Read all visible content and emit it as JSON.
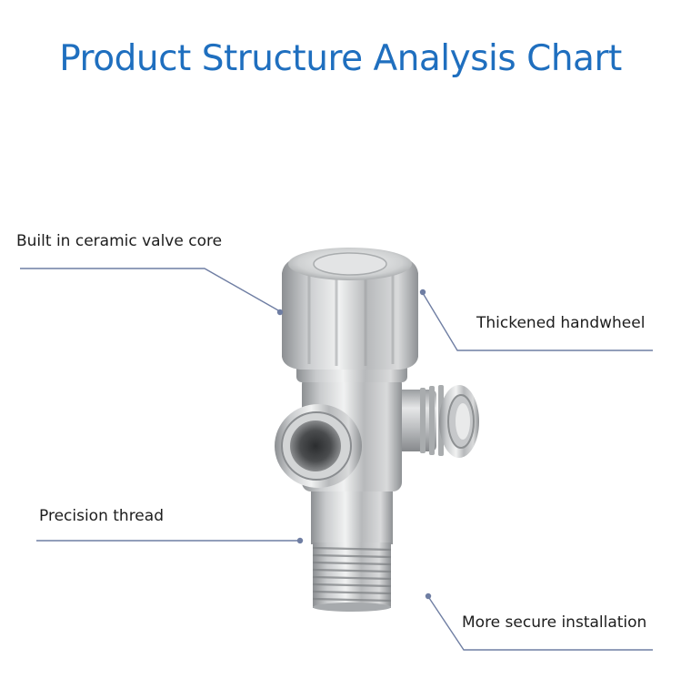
{
  "title": "Product Structure Analysis Chart",
  "callouts": {
    "ceramic_core": "Built in ceramic valve core",
    "handwheel": "Thickened handwheel",
    "thread": "Precision thread",
    "installation": "More secure installation"
  },
  "colors": {
    "title": "#1f6fbf",
    "leader_line": "#6f7ea3",
    "label_text": "#1d1d1d"
  }
}
